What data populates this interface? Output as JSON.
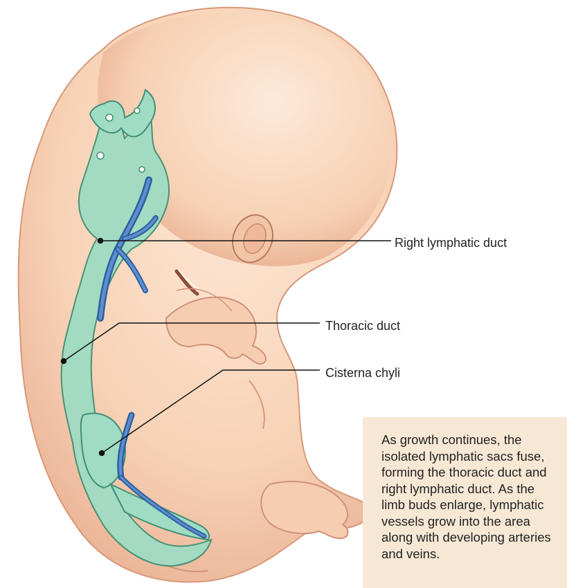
{
  "labels": {
    "right_lymphatic_duct": "Right lymphatic duct",
    "thoracic_duct": "Thoracic duct",
    "cisterna_chyli": "Cisterna chyli"
  },
  "callout": {
    "text": "As growth continues, the isolated lymphatic sacs fuse, forming the thoracic duct and right lymphatic duct. As the limb buds enlarge, lymphatic vessels grow into the area along with developing arteries and veins."
  },
  "colors": {
    "skin": "#f9d7bd",
    "skin_shadow": "#e8b295",
    "lymphatic": "#8fd3b8",
    "lymphatic_edge": "#3f8f75",
    "vein": "#3a6fb0",
    "callout_bg": "#f7e8d5"
  }
}
